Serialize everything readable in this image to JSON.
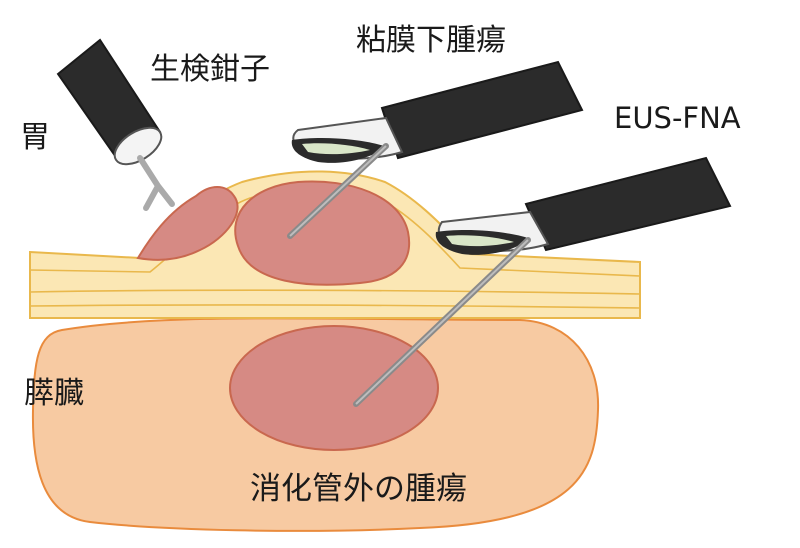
{
  "labels": {
    "stomach": "胃",
    "biopsy_forceps": "生検鉗子",
    "submucosal_tumor": "粘膜下腫瘍",
    "eus_fna": "EUS-FNA",
    "pancreas": "膵臓",
    "extraluminal_tumor": "消化管外の腫瘍"
  },
  "colors": {
    "wall_fill": "#fbe7b4",
    "wall_line": "#e9b84c",
    "pancreas_fill": "#f7caa2",
    "pancreas_line": "#e98b3d",
    "tumor_fill": "#d68a84",
    "tumor_line": "#c9684f",
    "scope_body": "#2b2b2b",
    "needle": "#8a8a8a"
  }
}
